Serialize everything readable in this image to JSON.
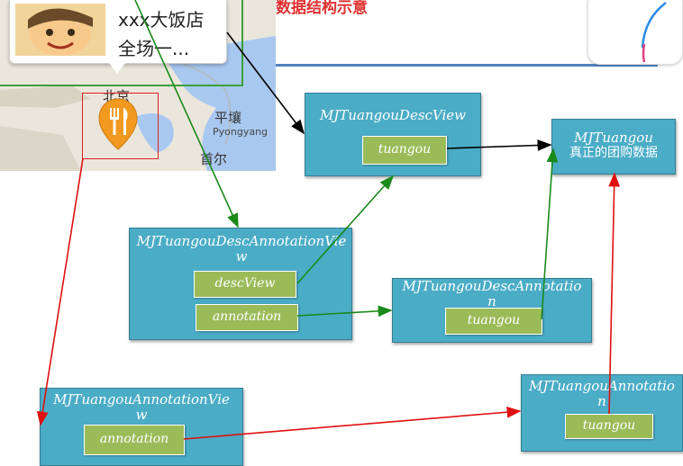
{
  "map": {
    "callout_title": "xxx大饭店",
    "callout_subtitle": "全场一...",
    "labels": [
      "北京",
      "平壤",
      "Pyongyang",
      "首尔"
    ],
    "pin_icon": "restaurant-fork-knife-icon"
  },
  "header": {
    "title_fragment": "数据结构示意"
  },
  "boxes": {
    "desc_view": {
      "title": "MJTuangouDescView",
      "field": "tuangou"
    },
    "tuangou": {
      "title": "MJTuangou",
      "subtitle": "真正的团购数据"
    },
    "desc_annotation_view": {
      "title": "MJTuangouDescAnnotationView",
      "fields": [
        "descView",
        "annotation"
      ]
    },
    "desc_annotation": {
      "title": "MJTuangouDescAnnotation",
      "field": "tuangou"
    },
    "annotation_view": {
      "title": "MJTuangouAnnotationView",
      "field": "annotation"
    },
    "annotation": {
      "title": "MJTuangouAnnotation",
      "field": "tuangou"
    }
  },
  "colors": {
    "box": "#4bacc6",
    "pill": "#9bbb59",
    "arrow_black": "#000000",
    "arrow_green": "#1a8a1a",
    "arrow_red": "#e01010",
    "accent_line": "#4f81bd"
  }
}
